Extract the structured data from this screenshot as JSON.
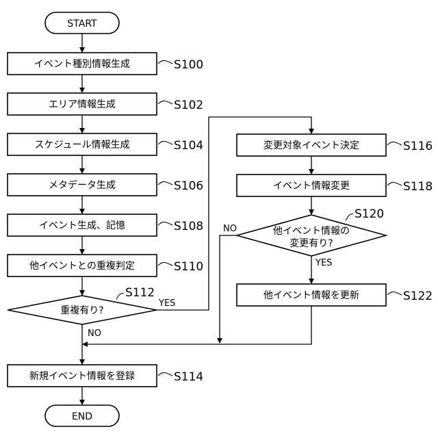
{
  "terminals": {
    "start": "START",
    "end": "END"
  },
  "steps": {
    "s100": {
      "label": "イベント種別情報生成",
      "ref": "S100"
    },
    "s102": {
      "label": "エリア情報生成",
      "ref": "S102"
    },
    "s104": {
      "label": "スケジュール情報生成",
      "ref": "S104"
    },
    "s106": {
      "label": "メタデータ生成",
      "ref": "S106"
    },
    "s108": {
      "label": "イベント生成、記憶",
      "ref": "S108"
    },
    "s110": {
      "label": "他イベントとの重複判定",
      "ref": "S110"
    },
    "s112": {
      "label": "重複有り?",
      "ref": "S112"
    },
    "s114": {
      "label": "新規イベント情報を登録",
      "ref": "S114"
    },
    "s116": {
      "label": "変更対象イベント決定",
      "ref": "S116"
    },
    "s118": {
      "label": "イベント情報変更",
      "ref": "S118"
    },
    "s120": {
      "label_line1": "他イベント情報の",
      "label_line2": "変更有り?",
      "ref": "S120"
    },
    "s122": {
      "label": "他イベント情報を更新",
      "ref": "S122"
    }
  },
  "branches": {
    "s112_yes": "YES",
    "s112_no": "NO",
    "s120_yes": "YES",
    "s120_no": "NO"
  }
}
